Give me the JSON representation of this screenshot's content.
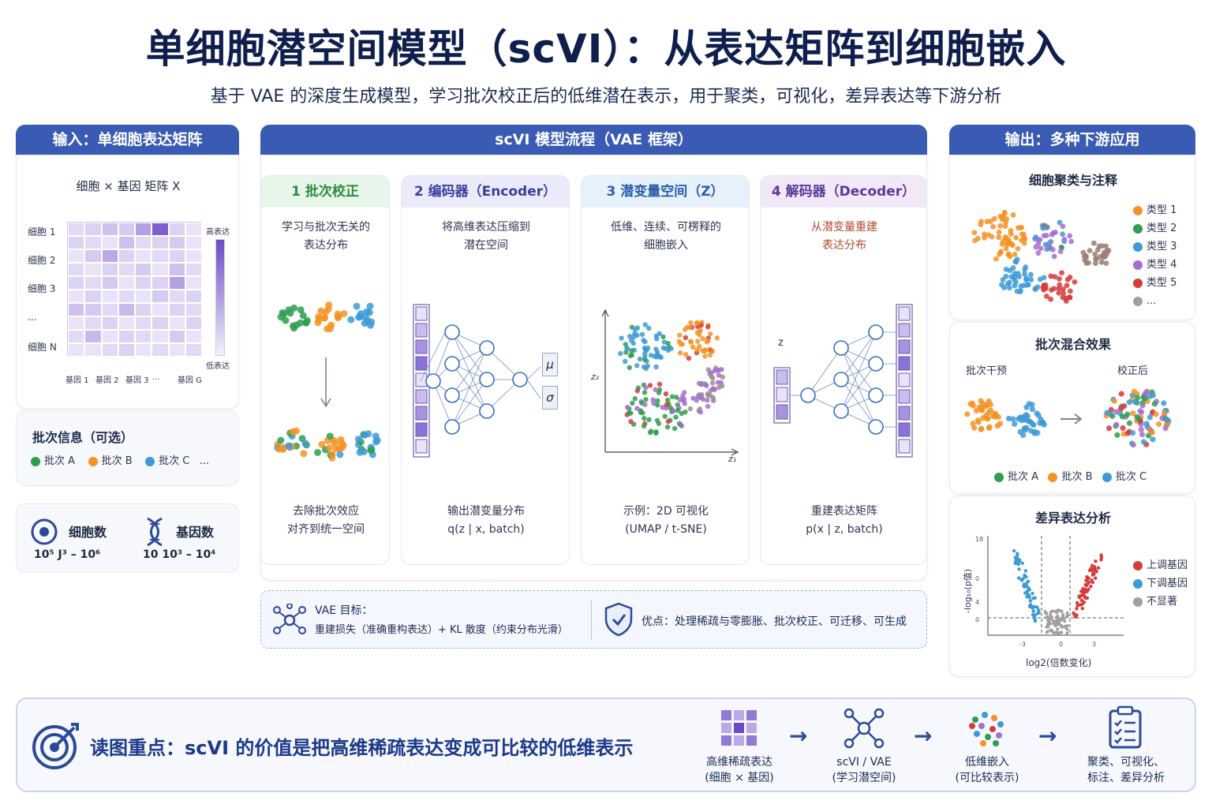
{
  "title": "单细胞潜空间模型（scVI）：从表达矩阵到细胞嵌入",
  "subtitle": "基于 VAE 的深度生成模型，学习批次校正后的低维潜在表示，用于聚类，可视化，差异表达等下游分析",
  "left": {
    "header": "输入：单细胞表达矩阵",
    "matrix_title": "细胞 × 基因 矩阵 X",
    "rows": [
      "细胞 1",
      "细胞 2",
      "细胞 3",
      "...",
      "细胞 N"
    ],
    "cols": [
      "基因 1",
      "基因 2",
      "基因 3",
      "...",
      "基因 G"
    ],
    "scale_high": "高表达",
    "scale_low": "低表达",
    "batch_title": "批次信息（可选）",
    "batches": [
      {
        "label": "批次 A",
        "color": "#2e9e4f"
      },
      {
        "label": "批次 B",
        "color": "#f39325"
      },
      {
        "label": "批次 C",
        "color": "#3d9ad6"
      }
    ],
    "batch_more": "...",
    "cells_label": "细胞数",
    "cells_value": "10⁵ J³ – 10⁶",
    "genes_label": "基因数",
    "genes_value": "10 10³ – 10⁴"
  },
  "center": {
    "header": "scVI 模型流程（VAE 框架）",
    "steps": [
      {
        "title": "1 批次校正",
        "desc1": "学习与批次无关的",
        "desc2": "表达分布",
        "foot1": "去除批次效应",
        "foot2": "对齐到统一空间",
        "bg": "#e8f5e9",
        "fg": "#2e8b3e"
      },
      {
        "title": "2 编码器（Encoder）",
        "desc1": "将高维表达压缩到",
        "desc2": "潜在空间",
        "foot1": "输出潜变量分布",
        "foot2": "q(z | x, batch)",
        "bg": "#ebeafa",
        "fg": "#3b3f9e"
      },
      {
        "title": "3 潜变量空间（Z）",
        "desc1": "低维、连续、可楞释的",
        "desc2": "细胞嵌入",
        "foot1": "示例：2D 可视化",
        "foot2": "(UMAP / t-SNE)",
        "bg": "#e6f1fb",
        "fg": "#2c5ea8"
      },
      {
        "title": "4 解码器（Decoder）",
        "desc1": "从潜变量重建",
        "desc2": "表达分布",
        "foot1": "重建表达矩阵",
        "foot2": "p(x | z, batch)",
        "bg": "#f1e8f8",
        "fg": "#5b3a9a"
      }
    ],
    "mu": "μ",
    "sigma": "σ",
    "z_label": "z",
    "z1": "z₁",
    "z2": "z₂",
    "objective_title": "VAE 目标：",
    "objective_text": "重建损失（准确重构表达）+ KL 散度（约束分布光滑）",
    "advantages": "优点：处理稀疏与零膨胀、批次校正、可迁移、可生成"
  },
  "right": {
    "header": "输出：多种下游应用",
    "cluster_title": "细胞聚类与注释",
    "types": [
      {
        "label": "类型 1",
        "color": "#f39325"
      },
      {
        "label": "类型 2",
        "color": "#2e9e4f"
      },
      {
        "label": "类型 3",
        "color": "#3d9ad6"
      },
      {
        "label": "类型 4",
        "color": "#a56fd0"
      },
      {
        "label": "类型 5",
        "color": "#d63b3b"
      },
      {
        "label": "...",
        "color": "#a0a0a0"
      }
    ],
    "mix_title": "批次混合效果",
    "before": "批次干预",
    "after": "校正后",
    "mix_batches": [
      "批次 A",
      "批次 B",
      "批次 C"
    ],
    "de_title": "差异表达分析",
    "de_ylabel": "-log₁₀(p值)",
    "de_xlabel": "log2(倍数变化)",
    "de_y_ticks": [
      "18",
      "0",
      "4",
      "0"
    ],
    "de_x_ticks": [
      "-3",
      "0",
      "3"
    ],
    "de_legend": [
      {
        "label": "上调基因",
        "color": "#d63b3b"
      },
      {
        "label": "下调基因",
        "color": "#3d9ad6"
      },
      {
        "label": "不显著",
        "color": "#a0a0a0"
      }
    ]
  },
  "bottom": {
    "key_point": "读图重点：scVI 的价值是把高维稀疏表达变成可比较的低维表示",
    "flow": [
      {
        "l1": "高维稀疏表达",
        "l2": "(细胞 × 基因)"
      },
      {
        "l1": "scVI / VAE",
        "l2": "(学习潜空间)"
      },
      {
        "l1": "低维嵌入",
        "l2": "(可比较表示)"
      },
      {
        "l1": "聚类、可视化、",
        "l2": "标注、差异分析"
      }
    ]
  }
}
